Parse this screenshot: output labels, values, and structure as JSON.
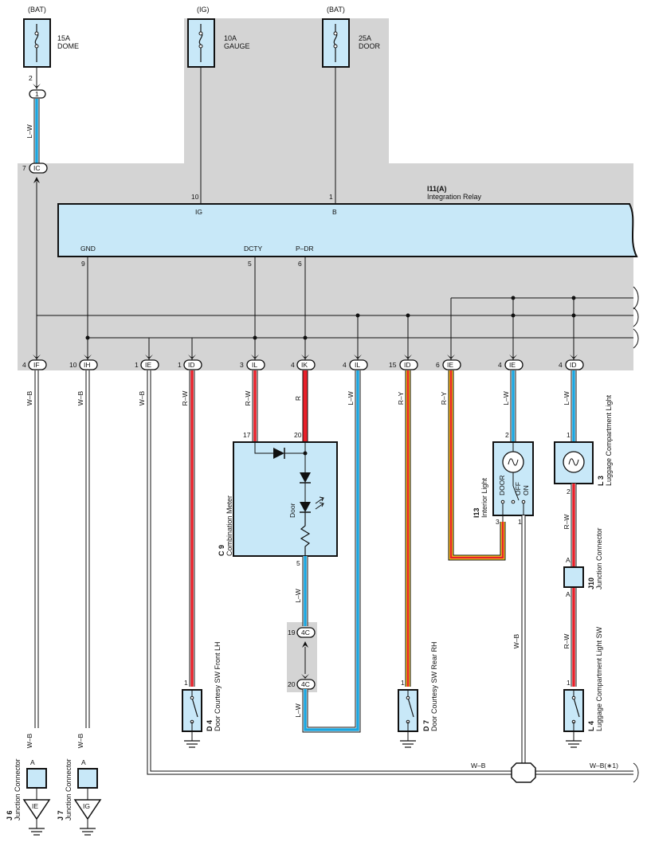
{
  "fuses": [
    {
      "source": "(BAT)",
      "rating": "15A",
      "name": "DOME",
      "pin": "2"
    },
    {
      "source": "(IG)",
      "rating": "10A",
      "name": "GAUGE"
    },
    {
      "source": "(BAT)",
      "rating": "25A",
      "name": "DOOR"
    }
  ],
  "relay": {
    "code": "I11(A)",
    "name": "Integration Relay",
    "pins": {
      "ig": {
        "num": "10",
        "label": "IG"
      },
      "b": {
        "num": "1",
        "label": "B"
      },
      "gnd": {
        "num": "9",
        "label": "GND"
      },
      "dcty": {
        "num": "5",
        "label": "DCTY"
      },
      "pdr": {
        "num": "6",
        "label": "P–DR"
      }
    }
  },
  "connectors": {
    "top1": {
      "pin": "1"
    },
    "ic": {
      "pin": "7",
      "name": "IC"
    },
    "if": {
      "pin": "4",
      "name": "IF"
    },
    "ih": {
      "pin": "10",
      "name": "IH"
    },
    "ie1": {
      "pin": "1",
      "name": "IE"
    },
    "id1": {
      "pin": "1",
      "name": "ID"
    },
    "il1": {
      "pin": "3",
      "name": "IL"
    },
    "ik": {
      "pin": "4",
      "name": "IK"
    },
    "il2": {
      "pin": "4",
      "name": "IL"
    },
    "id2": {
      "pin": "15",
      "name": "ID"
    },
    "ie6": {
      "pin": "6",
      "name": "IE"
    },
    "ie4": {
      "pin": "4",
      "name": "IE"
    },
    "id4": {
      "pin": "4",
      "name": "ID"
    },
    "c4a": {
      "pin": "19",
      "name": "4C"
    },
    "c4b": {
      "pin": "20",
      "name": "4C"
    }
  },
  "wires": {
    "lw": "L–W",
    "wb": "W–B",
    "rw": "R–W",
    "r": "R",
    "ry": "R–Y",
    "wb1": "W–B(∗1)"
  },
  "components": {
    "c9": {
      "code": "C 9",
      "name": "Combination Meter",
      "pin17": "17",
      "pin20": "20",
      "pin5": "5",
      "door": "Door"
    },
    "i13": {
      "code": "I13",
      "name": "Interior Light",
      "pin2": "2",
      "pin3": "3",
      "pin1": "1",
      "door": "DOOR",
      "off": "OFF",
      "on": "ON"
    },
    "l3": {
      "code": "L 3",
      "name": "Luggage Compartment Light",
      "pin1": "1",
      "pin2": "2"
    },
    "j10": {
      "code": "J10",
      "name": "Junction Connector",
      "pinA": "A"
    },
    "d4": {
      "code": "D 4",
      "name": "Door Courtesy SW Front LH",
      "pin": "1"
    },
    "d7": {
      "code": "D 7",
      "name": "Door Courtesy SW Rear RH",
      "pin": "1"
    },
    "l4": {
      "code": "L 4",
      "name": "Luggage Compartment Light SW",
      "pin": "1"
    },
    "j6": {
      "code": "J 6",
      "name": "Junction Connector",
      "pin": "A",
      "ground": "IE"
    },
    "j7": {
      "code": "J 7",
      "name": "Junction Connector",
      "pin": "A",
      "ground": "IG"
    }
  }
}
